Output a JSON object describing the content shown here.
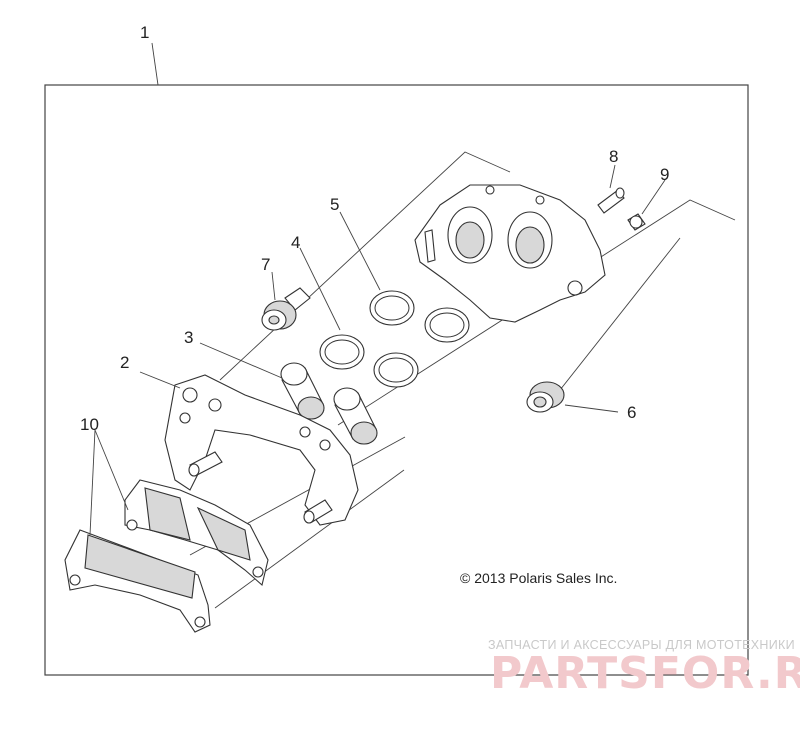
{
  "callouts": [
    "1",
    "2",
    "3",
    "4",
    "5",
    "6",
    "7",
    "8",
    "9",
    "10"
  ],
  "copyright": "© 2013 Polaris Sales Inc.",
  "watermark": {
    "tagline": "ЗАПЧАСТИ И АКСЕССУАРЫ ДЛЯ МОТОТЕХНИКИ",
    "brand": "PARTSFOR.RU"
  },
  "colors": {
    "line": "#333333",
    "watermark_brand": "#f2c9cc",
    "watermark_tagline": "#c9c9c9"
  }
}
